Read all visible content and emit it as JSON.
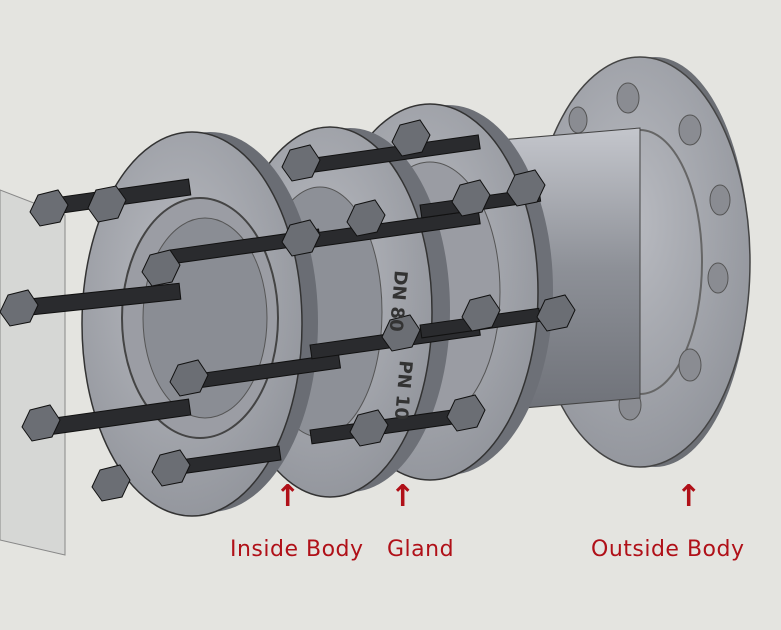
{
  "labels": {
    "inside_body": "Inside Body",
    "gland": "Gland",
    "outside_body": "Outside Body"
  },
  "embossed": {
    "nominal_diameter": "DN 80",
    "pressure_rating": "PN 10"
  },
  "icons": {
    "pointer": "arrow-up-icon"
  },
  "colors": {
    "label": "#b01018",
    "background": "#e4e4e0",
    "metal": "#a9abb2",
    "bolt": "#2a2b2e"
  }
}
